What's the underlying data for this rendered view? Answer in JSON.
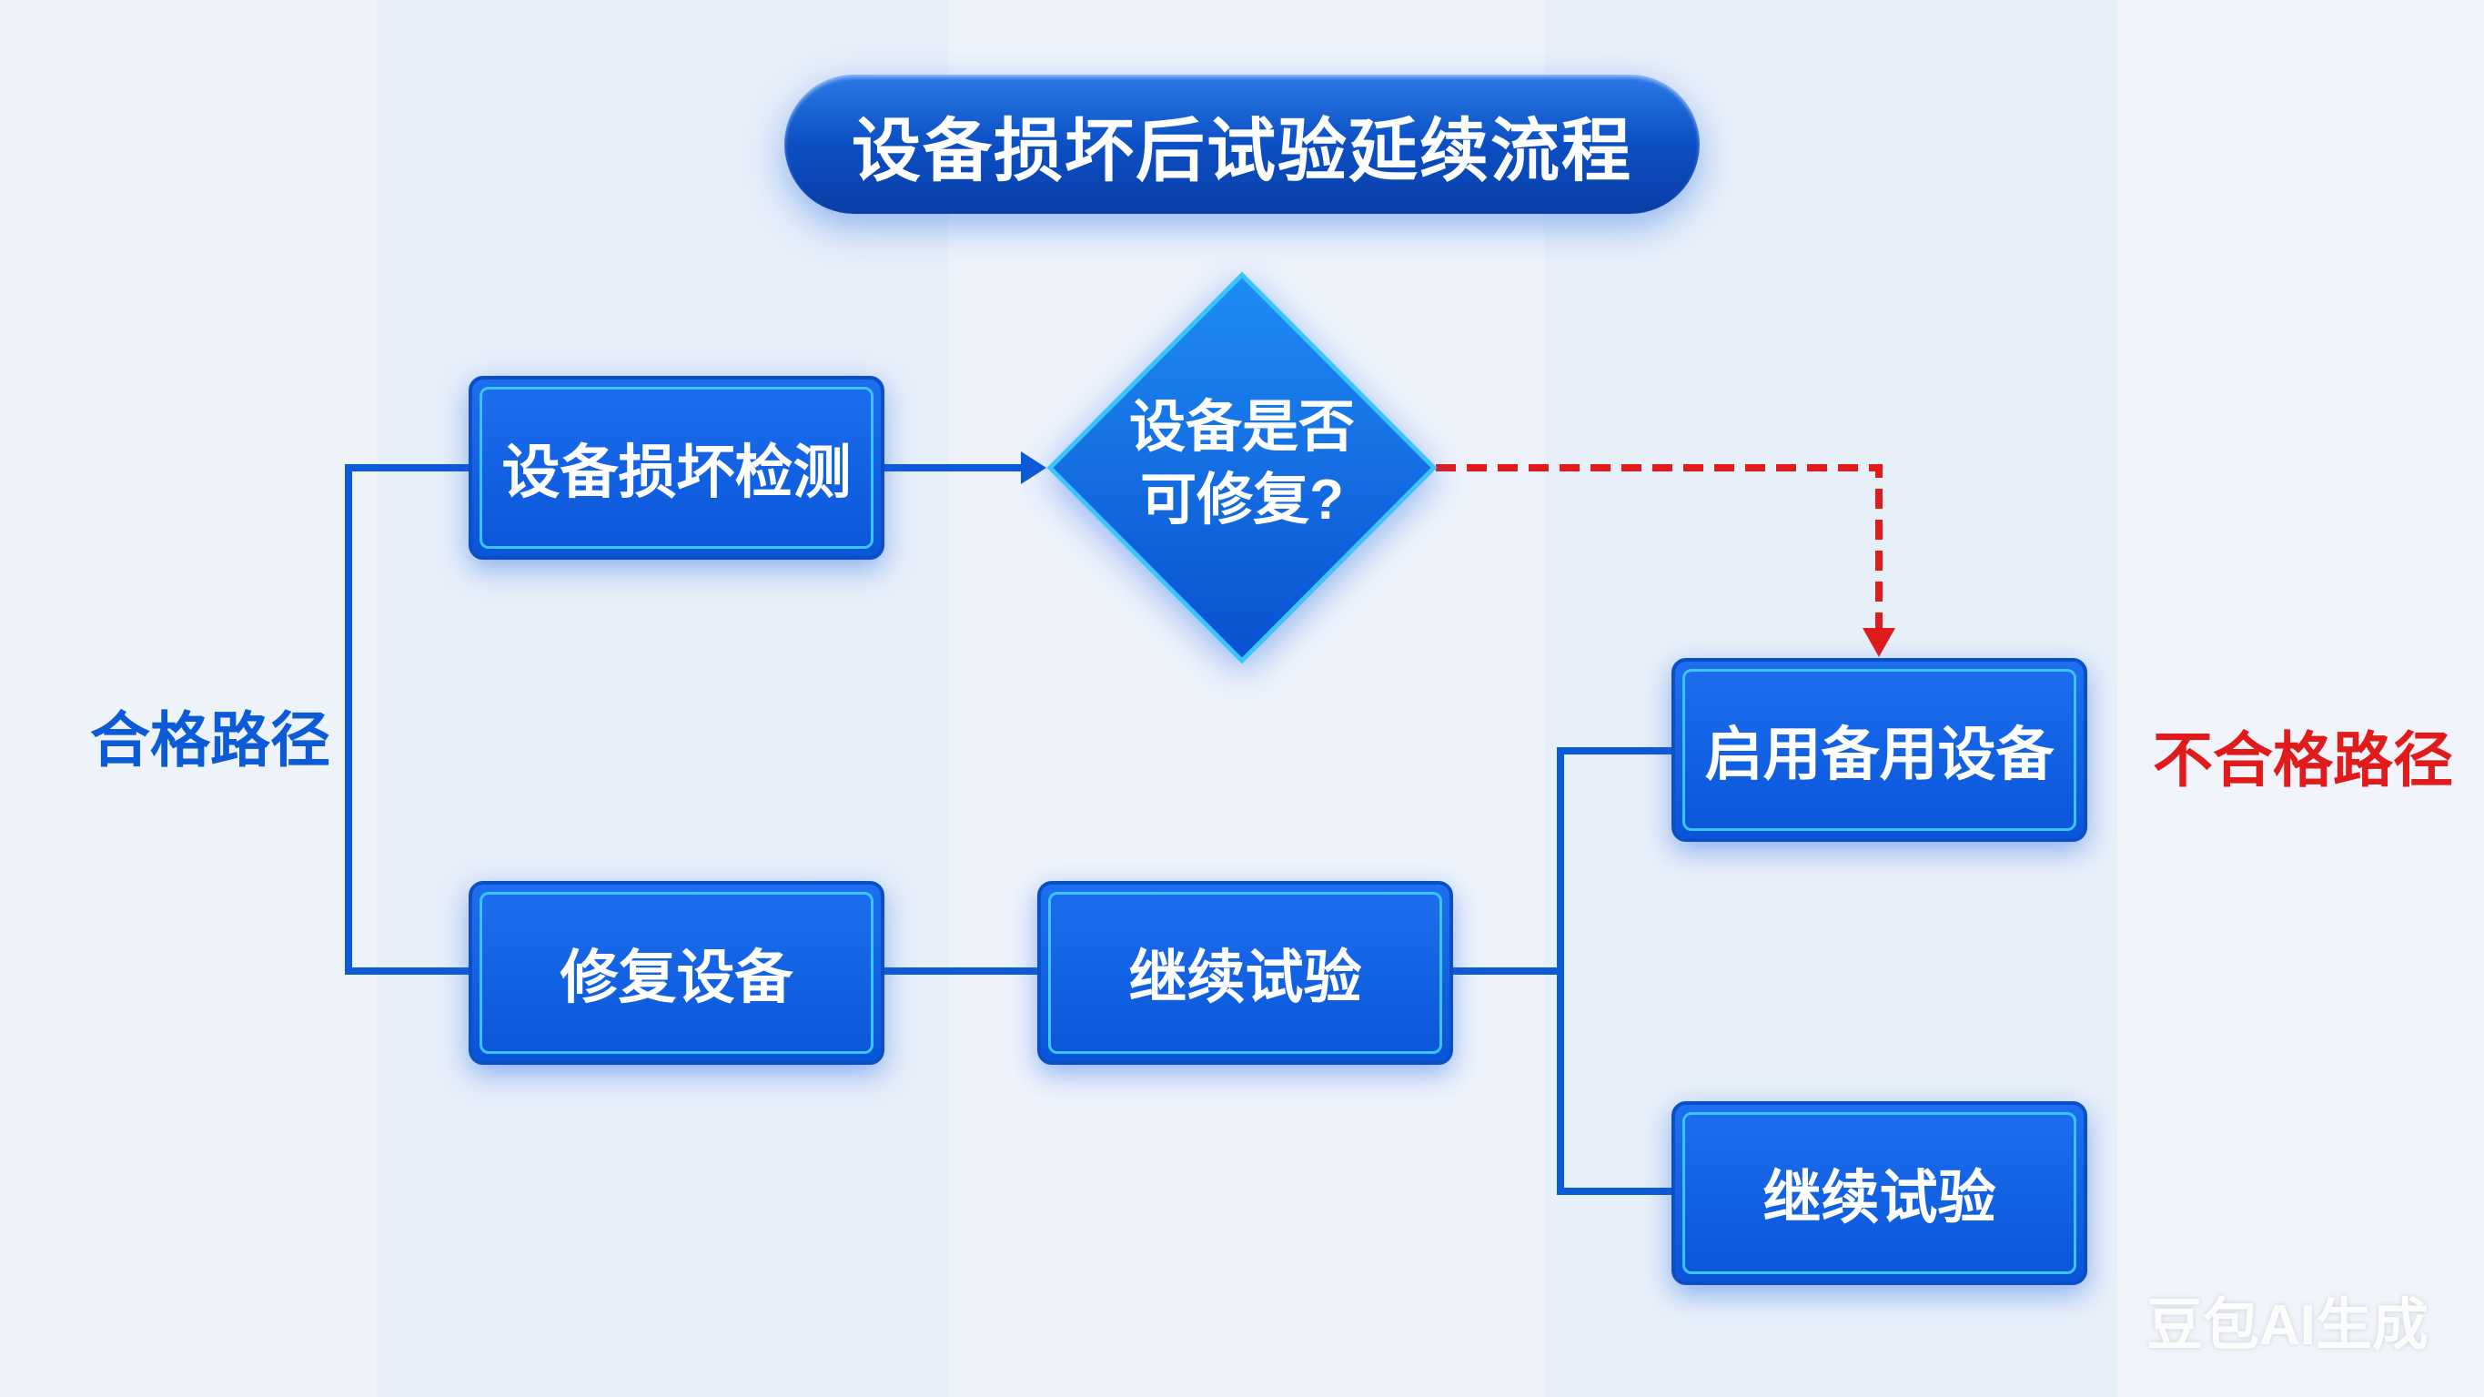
{
  "title": "设备损坏后试验延续流程",
  "nodes": {
    "detect": "设备损坏检测",
    "decision_line1": "设备是否",
    "decision_line2": "可修复?",
    "repair": "修复设备",
    "continue_pass": "继续试验",
    "backup": "启用备用设备",
    "continue_fail": "继续试验"
  },
  "labels": {
    "pass_path": "合格路径",
    "fail_path": "不合格路径"
  },
  "watermark": "豆包AI生成",
  "colors": {
    "primary": "#0a55d8",
    "pass": "#0b5ad6",
    "fail": "#e01b1b",
    "accent": "#3cc4ff"
  }
}
